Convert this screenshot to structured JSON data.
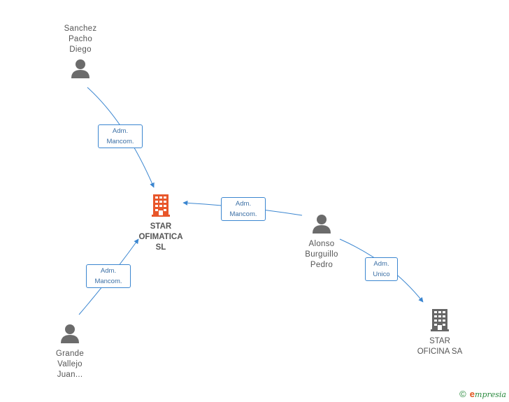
{
  "nodes": {
    "sanchez": {
      "name_lines": [
        "Sanchez",
        "Pacho",
        "Diego"
      ],
      "icon": "person-icon"
    },
    "alonso": {
      "name_lines": [
        "Alonso",
        "Burguillo",
        "Pedro"
      ],
      "icon": "person-icon"
    },
    "grande": {
      "name_lines": [
        "Grande",
        "Vallejo",
        "Juan..."
      ],
      "icon": "person-icon"
    },
    "star_ofimatica": {
      "name_lines": [
        "STAR",
        "OFIMATICA",
        "SL"
      ],
      "icon": "building-icon",
      "color": "#e8562a"
    },
    "star_oficina": {
      "name_lines": [
        "STAR",
        "OFICINA SA"
      ],
      "icon": "building-icon",
      "color": "#666666"
    }
  },
  "edges": {
    "sanchez_to_ofimatica": {
      "line1": "Adm.",
      "line2": "Mancom."
    },
    "alonso_to_ofimatica": {
      "line1": "Adm.",
      "line2": "Mancom."
    },
    "grande_to_ofimatica": {
      "line1": "Adm.",
      "line2": "Mancom."
    },
    "alonso_to_oficina": {
      "line1": "Adm.",
      "line2": "Unico"
    }
  },
  "colors": {
    "edge": "#3b86d0",
    "person": "#6b6b6b",
    "main_company": "#e8562a",
    "company": "#666666"
  },
  "footer": {
    "copyright": "©",
    "brand_initial": "e",
    "brand_rest": "mpresia"
  }
}
